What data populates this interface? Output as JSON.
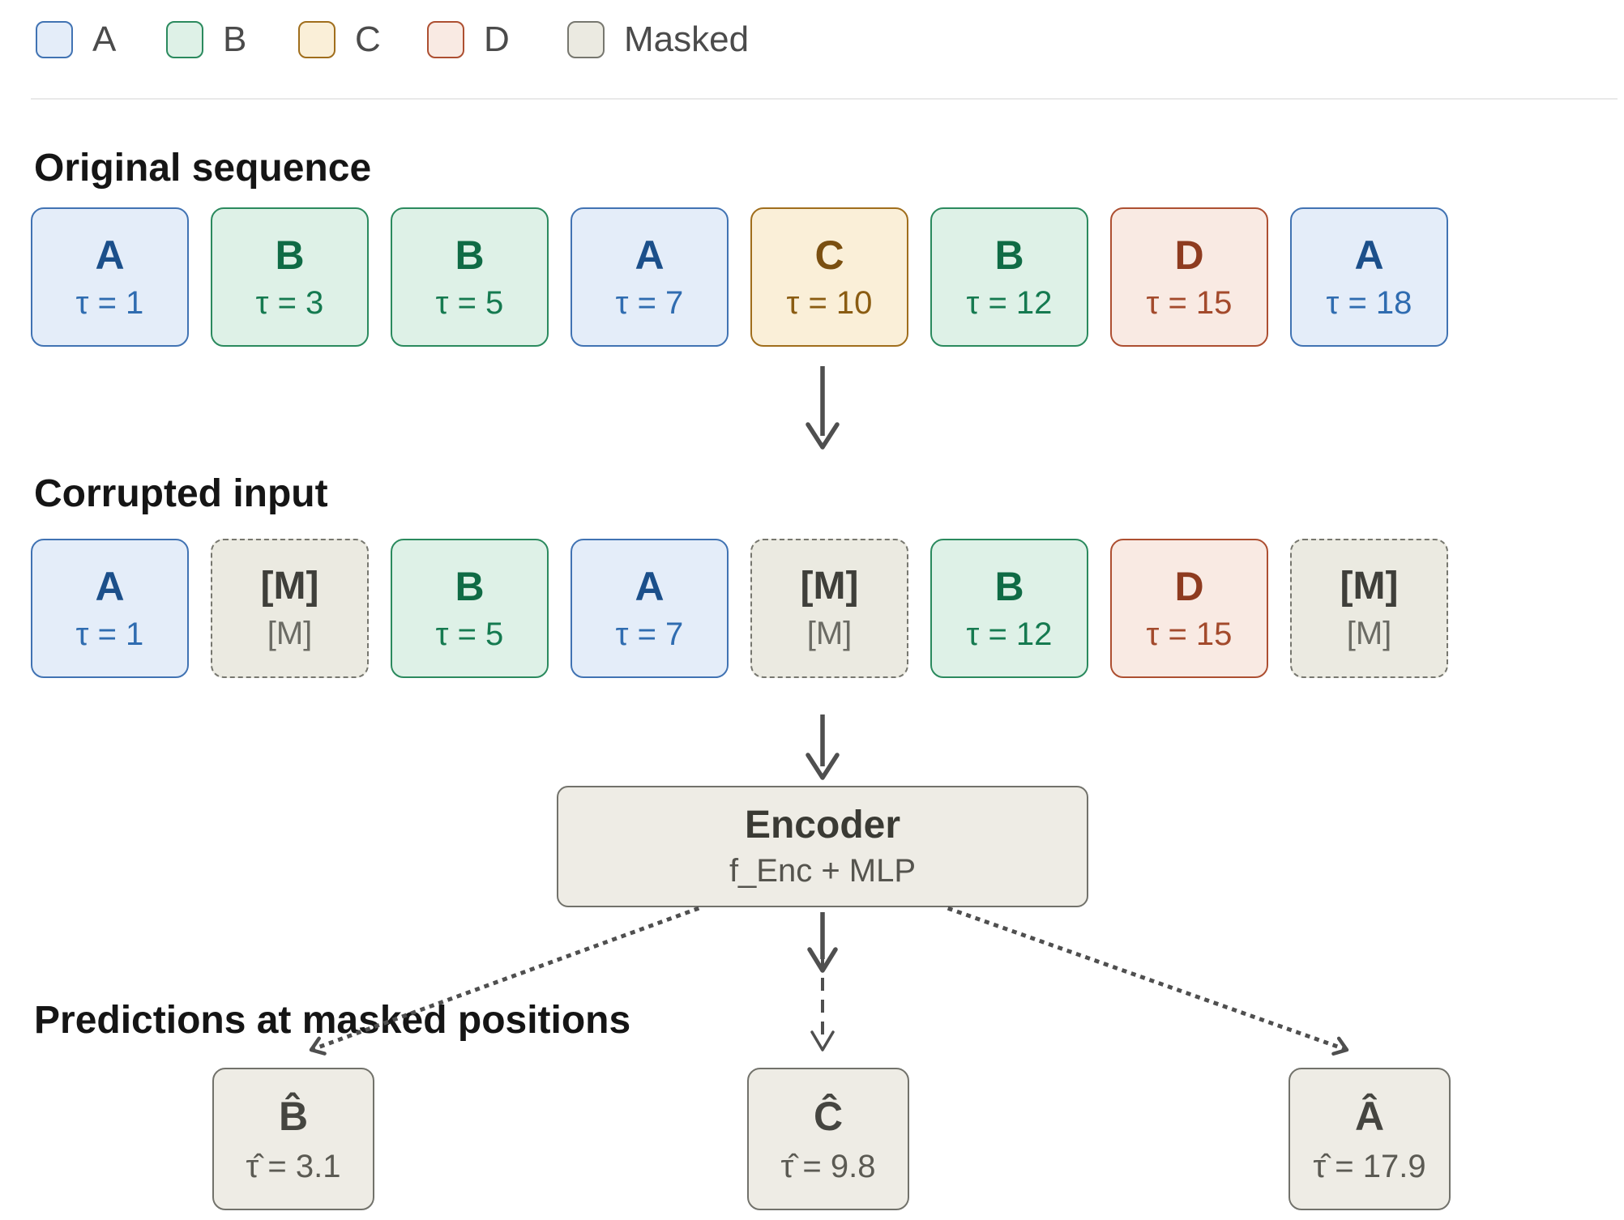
{
  "legend": {
    "items": [
      {
        "label": "A",
        "type": "blue"
      },
      {
        "label": "B",
        "type": "green"
      },
      {
        "label": "C",
        "type": "amber"
      },
      {
        "label": "D",
        "type": "red"
      },
      {
        "label": "Masked",
        "type": "masked"
      }
    ]
  },
  "original": {
    "title": "Original sequence",
    "boxes": [
      {
        "type": "blue",
        "letter": "A",
        "tau": "τ = 1"
      },
      {
        "type": "green",
        "letter": "B",
        "tau": "τ = 3"
      },
      {
        "type": "green",
        "letter": "B",
        "tau": "τ = 5"
      },
      {
        "type": "blue",
        "letter": "A",
        "tau": "τ = 7"
      },
      {
        "type": "amber",
        "letter": "C",
        "tau": "τ = 10"
      },
      {
        "type": "green",
        "letter": "B",
        "tau": "τ = 12"
      },
      {
        "type": "red",
        "letter": "D",
        "tau": "τ = 15"
      },
      {
        "type": "blue",
        "letter": "A",
        "tau": "τ = 18"
      }
    ]
  },
  "corrupted": {
    "title": "Corrupted input",
    "boxes": [
      {
        "type": "blue",
        "letter": "A",
        "tau": "τ = 1"
      },
      {
        "type": "masked",
        "letter": "[M]",
        "tau": "[M]"
      },
      {
        "type": "green",
        "letter": "B",
        "tau": "τ = 5"
      },
      {
        "type": "blue",
        "letter": "A",
        "tau": "τ = 7"
      },
      {
        "type": "masked",
        "letter": "[M]",
        "tau": "[M]"
      },
      {
        "type": "green",
        "letter": "B",
        "tau": "τ = 12"
      },
      {
        "type": "red",
        "letter": "D",
        "tau": "τ = 15"
      },
      {
        "type": "masked",
        "letter": "[M]",
        "tau": "[M]"
      }
    ]
  },
  "encoder": {
    "title": "Encoder",
    "subtitle": "f_Enc + MLP"
  },
  "predictions": {
    "title": "Predictions at masked positions",
    "boxes": [
      {
        "letter": "B̂",
        "tau": "τ̂ = 3.1"
      },
      {
        "letter": "Ĉ",
        "tau": "τ̂ = 9.8"
      },
      {
        "letter": "Â",
        "tau": "τ̂ = 17.9"
      }
    ]
  },
  "colors": {
    "type_a_fill": "#e4edf9",
    "type_a_border": "#4173b3",
    "type_a_text": "#1b4f8a",
    "type_b_fill": "#def1e7",
    "type_b_border": "#2b8a5e",
    "type_b_text": "#0f6b45",
    "type_c_fill": "#faefd8",
    "type_c_border": "#a06e1c",
    "type_c_text": "#7a4f10",
    "type_d_fill": "#f9eae3",
    "type_d_border": "#ad4f31",
    "type_d_text": "#8e3b20",
    "masked_fill": "#ebeae1",
    "masked_border": "#77776f",
    "masked_text": "#3f3f3a",
    "neutral_fill": "#eeece5",
    "neutral_border": "#72726b",
    "arrow": "#4f4f4f"
  }
}
